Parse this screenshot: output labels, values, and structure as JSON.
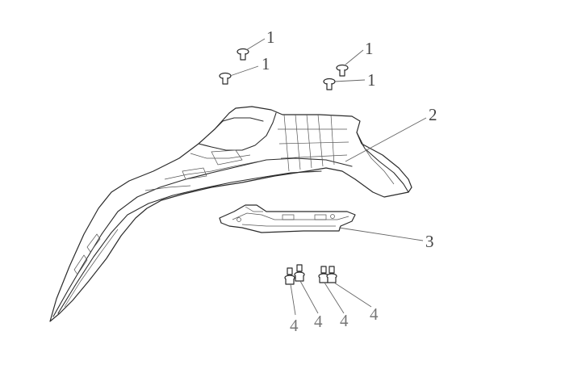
{
  "callouts": {
    "c1a": "1",
    "c1b": "1",
    "c1c": "1",
    "c1d": "1",
    "c2": "2",
    "c3": "3",
    "c4a": "4",
    "c4b": "4",
    "c4c": "4",
    "c4d": "4"
  }
}
